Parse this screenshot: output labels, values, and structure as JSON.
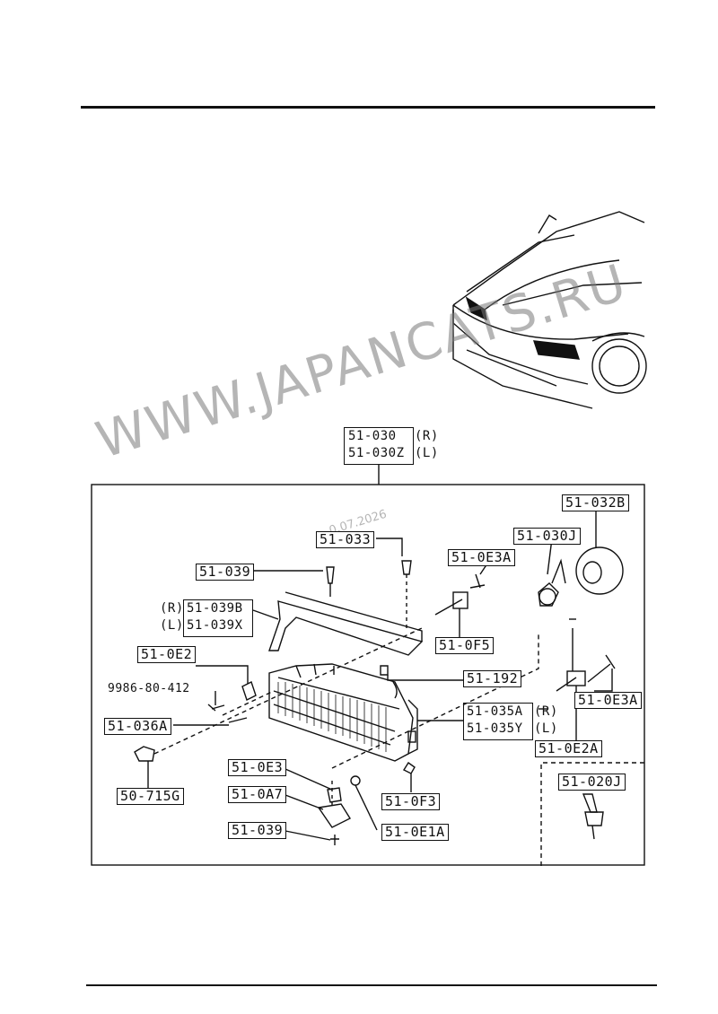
{
  "labels": {
    "assembly_r": "51-030",
    "assembly_l": "51-030Z",
    "side_r": "(R)",
    "side_l": "(L)",
    "reflector": "51-032B",
    "bulb_socket": "51-030J",
    "screw_033": "51-033",
    "screw_039_top": "51-039",
    "bolt_0e3a_top": "51-0E3A",
    "trim_r": "51-039B",
    "trim_l": "51-039X",
    "adjuster_0f5": "51-0F5",
    "clip_0e2": "51-0E2",
    "part_192": "51-192",
    "bolt_9986": "9986-80-412",
    "bolt_0e3a_right": "51-0E3A",
    "lens_r": "51-035A",
    "lens_l": "51-035Y",
    "adjuster_0e2a": "51-0E2A",
    "screw_036a": "51-036A",
    "clip_0e3": "51-0E3",
    "bracket_0a7": "51-0A7",
    "nut_0f3": "51-0F3",
    "bulb_020j": "51-020J",
    "holder_715g": "50-715G",
    "screw_0e1a": "51-0E1A",
    "screw_039_bottom": "51-039"
  },
  "watermark": "WWW.JAPANCATS.RU",
  "date_stamp": "0.07.2026",
  "colors": {
    "ink": "#111111",
    "watermark": "#8a8a8a"
  }
}
